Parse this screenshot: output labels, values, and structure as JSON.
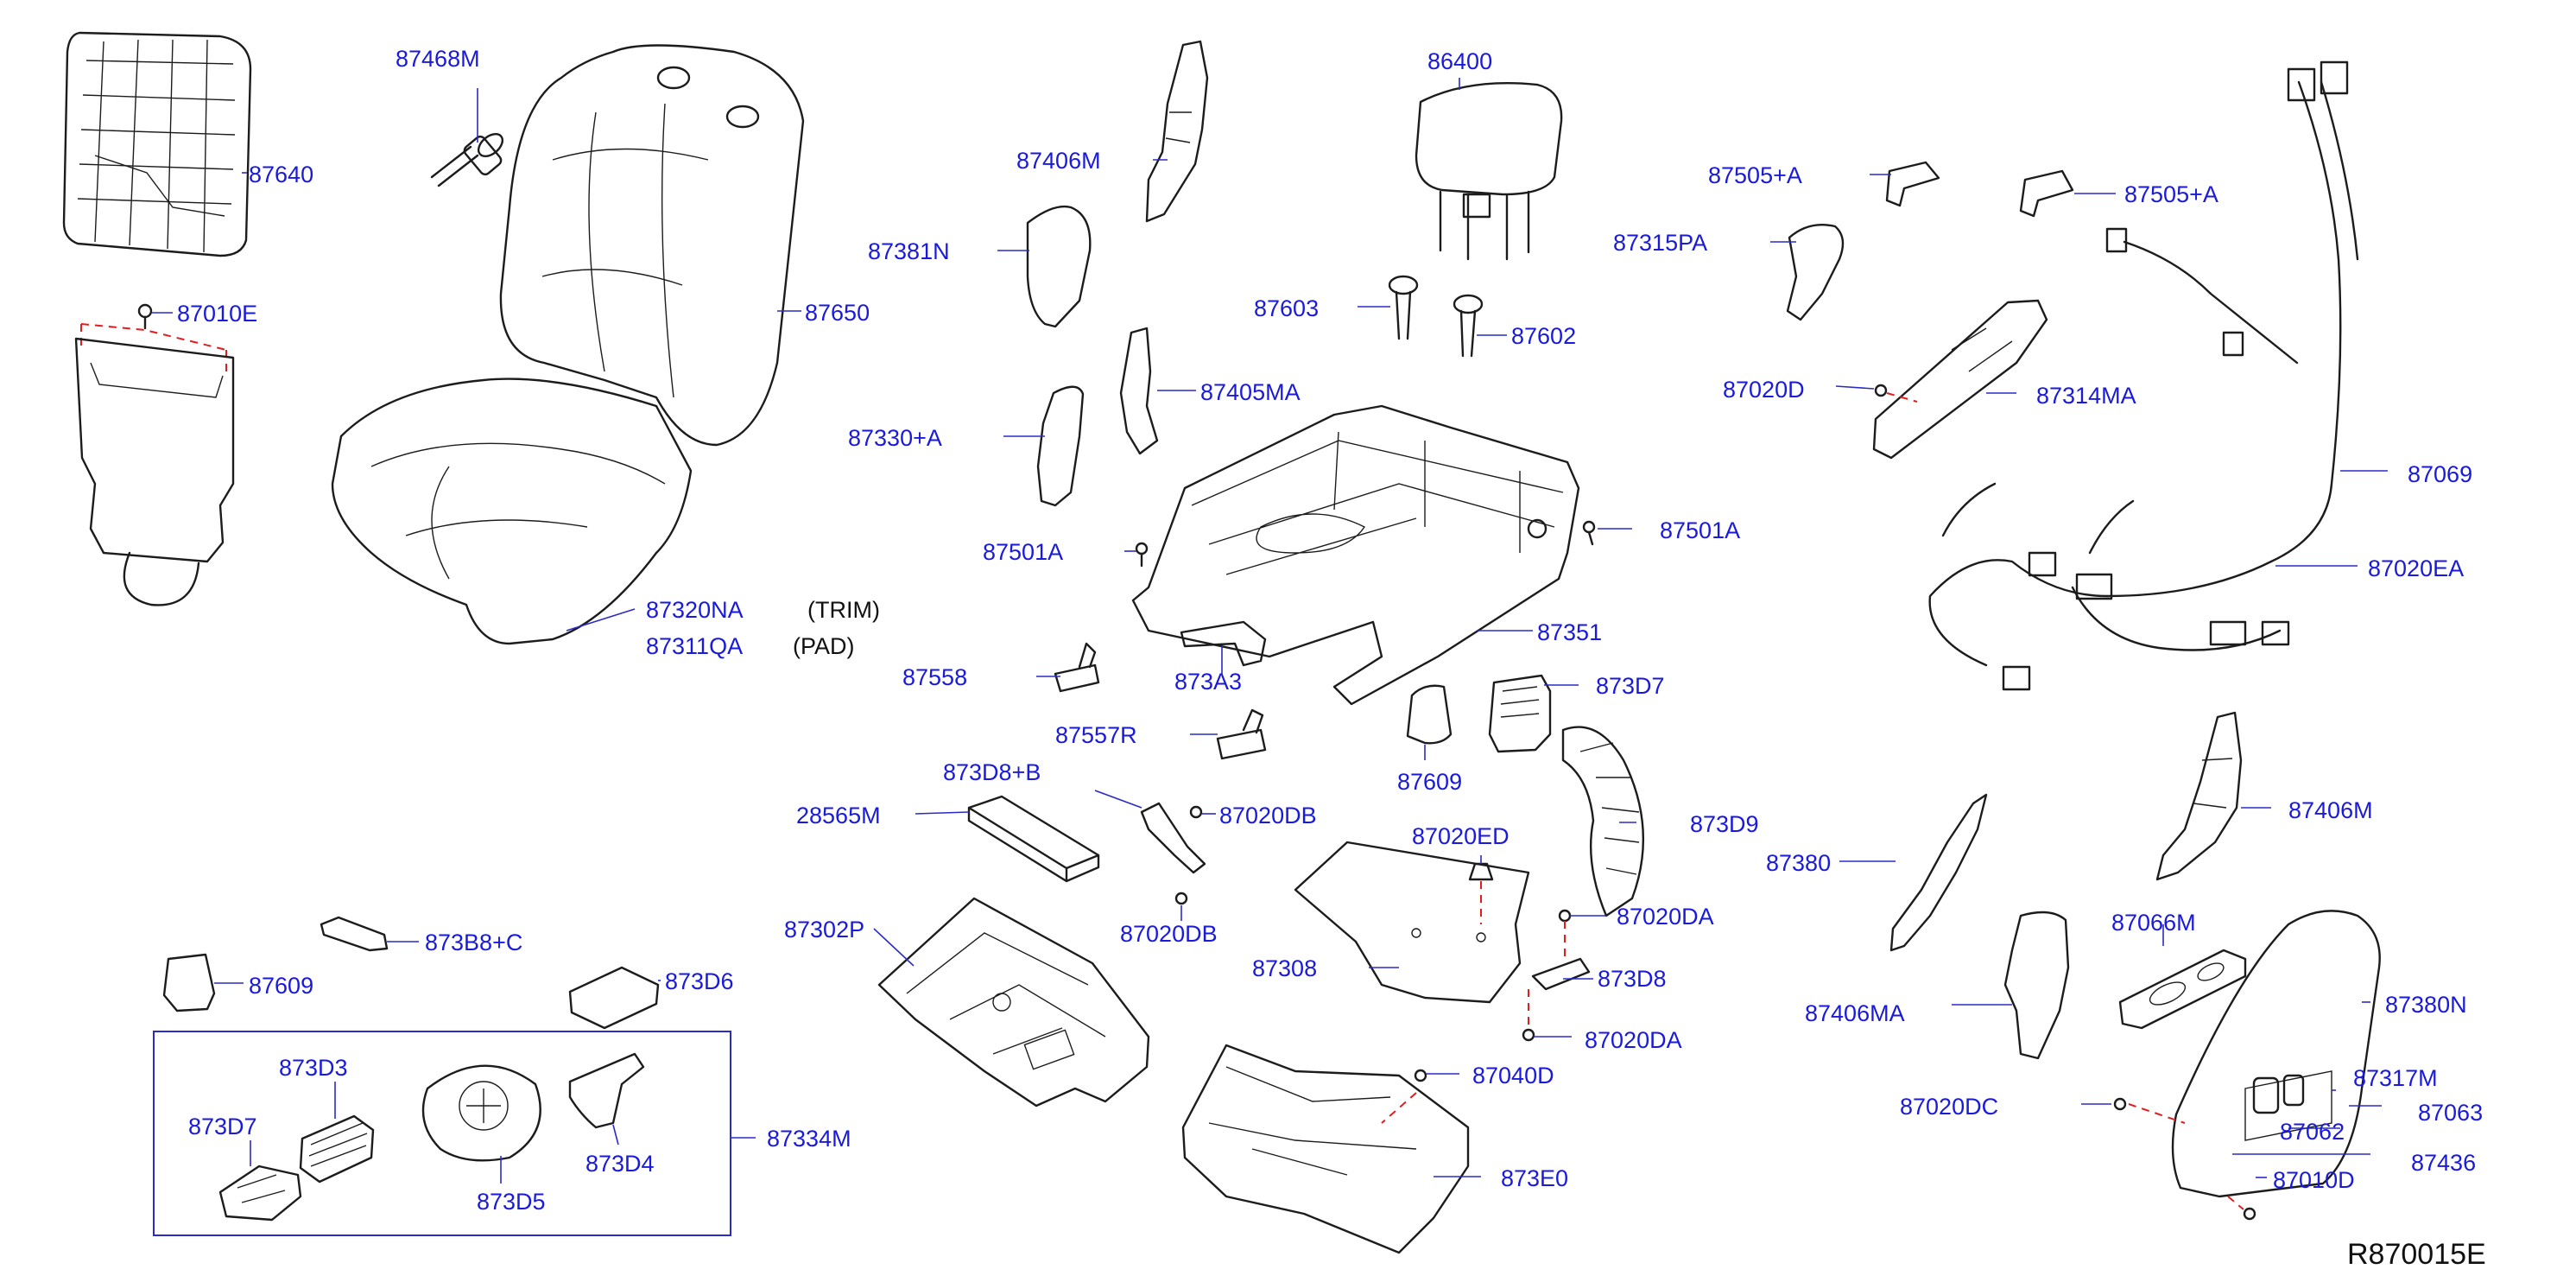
{
  "colors": {
    "label": "#1a1adc",
    "ink": "#1c1c1c",
    "leader": "#2b2bc8",
    "dash": "#e11d1d",
    "note": "#111111"
  },
  "parts": [
    {
      "id": "p87640",
      "text": "87640"
    },
    {
      "id": "p87468M",
      "text": "87468M"
    },
    {
      "id": "p87010E",
      "text": "87010E"
    },
    {
      "id": "p87650",
      "text": "87650"
    },
    {
      "id": "p87320NA",
      "text": "87320NA"
    },
    {
      "id": "p87311QA",
      "text": "87311QA"
    },
    {
      "id": "p87406M_a",
      "text": "87406M"
    },
    {
      "id": "p87381N",
      "text": "87381N"
    },
    {
      "id": "p87405MA",
      "text": "87405MA"
    },
    {
      "id": "p87330A",
      "text": "87330+A"
    },
    {
      "id": "p87501A_a",
      "text": "87501A"
    },
    {
      "id": "p87558",
      "text": "87558"
    },
    {
      "id": "p873A3",
      "text": "873A3"
    },
    {
      "id": "p86400",
      "text": "86400"
    },
    {
      "id": "p87603",
      "text": "87603"
    },
    {
      "id": "p87602",
      "text": "87602"
    },
    {
      "id": "p87501A_b",
      "text": "87501A"
    },
    {
      "id": "p87351",
      "text": "87351"
    },
    {
      "id": "p873D7_a",
      "text": "873D7"
    },
    {
      "id": "p87609_a",
      "text": "87609"
    },
    {
      "id": "p87557R",
      "text": "87557R"
    },
    {
      "id": "p873D8B",
      "text": "873D8+B"
    },
    {
      "id": "p87020DB_a",
      "text": "87020DB"
    },
    {
      "id": "p28565M",
      "text": "28565M"
    },
    {
      "id": "p87020DB_b",
      "text": "87020DB"
    },
    {
      "id": "p87020ED",
      "text": "87020ED"
    },
    {
      "id": "p873D9",
      "text": "873D9"
    },
    {
      "id": "p87302P",
      "text": "87302P"
    },
    {
      "id": "p87308",
      "text": "87308"
    },
    {
      "id": "p87020DA_a",
      "text": "87020DA"
    },
    {
      "id": "p873D8",
      "text": "873D8"
    },
    {
      "id": "p87020DA_b",
      "text": "87020DA"
    },
    {
      "id": "p873B8C",
      "text": "873B8+C"
    },
    {
      "id": "p87609_b",
      "text": "87609"
    },
    {
      "id": "p873D6",
      "text": "873D6"
    },
    {
      "id": "p873D3",
      "text": "873D3"
    },
    {
      "id": "p873D7_b",
      "text": "873D7"
    },
    {
      "id": "p873D5",
      "text": "873D5"
    },
    {
      "id": "p873D4",
      "text": "873D4"
    },
    {
      "id": "p87334M",
      "text": "87334M"
    },
    {
      "id": "p87040D",
      "text": "87040D"
    },
    {
      "id": "p873E0",
      "text": "873E0"
    },
    {
      "id": "p87505A_a",
      "text": "87505+A"
    },
    {
      "id": "p87505A_b",
      "text": "87505+A"
    },
    {
      "id": "p87315PA",
      "text": "87315PA"
    },
    {
      "id": "p87020D",
      "text": "87020D"
    },
    {
      "id": "p87314MA",
      "text": "87314MA"
    },
    {
      "id": "p87069",
      "text": "87069"
    },
    {
      "id": "p87020EA",
      "text": "87020EA"
    },
    {
      "id": "p87406M_b",
      "text": "87406M"
    },
    {
      "id": "p87380",
      "text": "87380"
    },
    {
      "id": "p87066M",
      "text": "87066M"
    },
    {
      "id": "p87406MA",
      "text": "87406MA"
    },
    {
      "id": "p87380N",
      "text": "87380N"
    },
    {
      "id": "p87317M",
      "text": "87317M"
    },
    {
      "id": "p87063",
      "text": "87063"
    },
    {
      "id": "p87020DC",
      "text": "87020DC"
    },
    {
      "id": "p87062",
      "text": "87062"
    },
    {
      "id": "p87436",
      "text": "87436"
    },
    {
      "id": "p87010D",
      "text": "87010D"
    }
  ],
  "notes": {
    "trim": "(TRIM)",
    "pad": "(PAD)"
  },
  "reference": "R870015E"
}
